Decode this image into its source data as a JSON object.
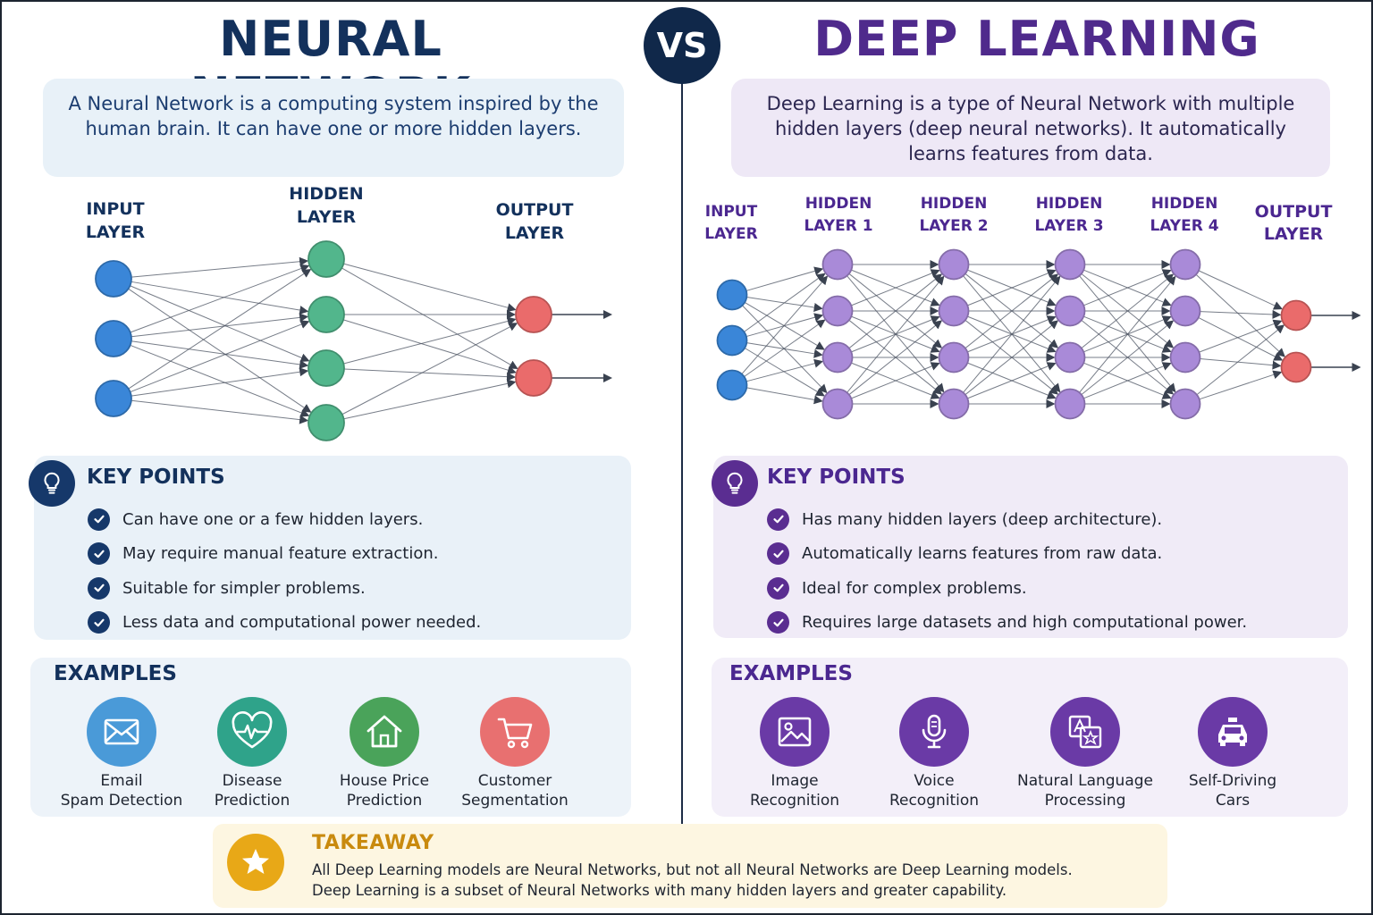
{
  "neural_network": {
    "title": "NEURAL NETWORK",
    "description": "A Neural Network is a computing system inspired by the human brain. It can have one or more hidden layers.",
    "layers": {
      "input": "INPUT\nLAYER",
      "hidden": "HIDDEN\nLAYER",
      "output": "OUTPUT\nLAYER"
    },
    "key_points": {
      "title": "KEY POINTS",
      "items": [
        "Can have one or a few hidden layers.",
        "May require manual feature extraction.",
        "Suitable for simpler problems.",
        "Less data and computational power needed."
      ]
    },
    "examples": {
      "title": "EXAMPLES",
      "items": [
        {
          "label": "Email\nSpam Detection",
          "icon": "envelope-icon",
          "color": "#4a9ad8"
        },
        {
          "label": "Disease\nPrediction",
          "icon": "heartbeat-icon",
          "color": "#2fa38a"
        },
        {
          "label": "House Price\nPrediction",
          "icon": "house-icon",
          "color": "#4aa35a"
        },
        {
          "label": "Customer\nSegmentation",
          "icon": "cart-icon",
          "color": "#e87070"
        }
      ]
    },
    "colors": {
      "title": "#13315c",
      "input_node": "#3a86d8",
      "hidden_node": "#52b68c",
      "output_node": "#ea6b6b"
    }
  },
  "vs_label": "VS",
  "deep_learning": {
    "title": "DEEP LEARNING",
    "description": "Deep Learning is a type of Neural Network with multiple hidden layers (deep neural networks). It automatically learns features from data.",
    "layers": {
      "input": "INPUT\nLAYER",
      "hidden": [
        "HIDDEN\nLAYER 1",
        "HIDDEN\nLAYER 2",
        "HIDDEN\nLAYER 3",
        "HIDDEN\nLAYER 4"
      ],
      "output": "OUTPUT\nLAYER"
    },
    "key_points": {
      "title": "KEY POINTS",
      "items": [
        "Has many hidden layers (deep architecture).",
        "Automatically learns features from raw data.",
        "Ideal for complex problems.",
        "Requires large datasets and high computational power."
      ]
    },
    "examples": {
      "title": "EXAMPLES",
      "items": [
        {
          "label": "Image\nRecognition",
          "icon": "image-icon",
          "color": "#6a3aa6"
        },
        {
          "label": "Voice\nRecognition",
          "icon": "microphone-icon",
          "color": "#6a3aa6"
        },
        {
          "label": "Natural Language\nProcessing",
          "icon": "translate-icon",
          "color": "#6a3aa6"
        },
        {
          "label": "Self-Driving\nCars",
          "icon": "car-icon",
          "color": "#6a3aa6"
        }
      ]
    },
    "colors": {
      "title": "#4f2a8c",
      "input_node": "#3a86d8",
      "hidden_node": "#a98ad8",
      "output_node": "#ea6b6b"
    }
  },
  "takeaway": {
    "title": "TAKEAWAY",
    "line1": "All Deep Learning models are Neural Networks, but not all Neural Networks are Deep Learning models.",
    "line2": "Deep Learning is a subset of Neural Networks with many hidden layers and greater capability.",
    "icon": "star-icon",
    "color": "#e8a817"
  }
}
